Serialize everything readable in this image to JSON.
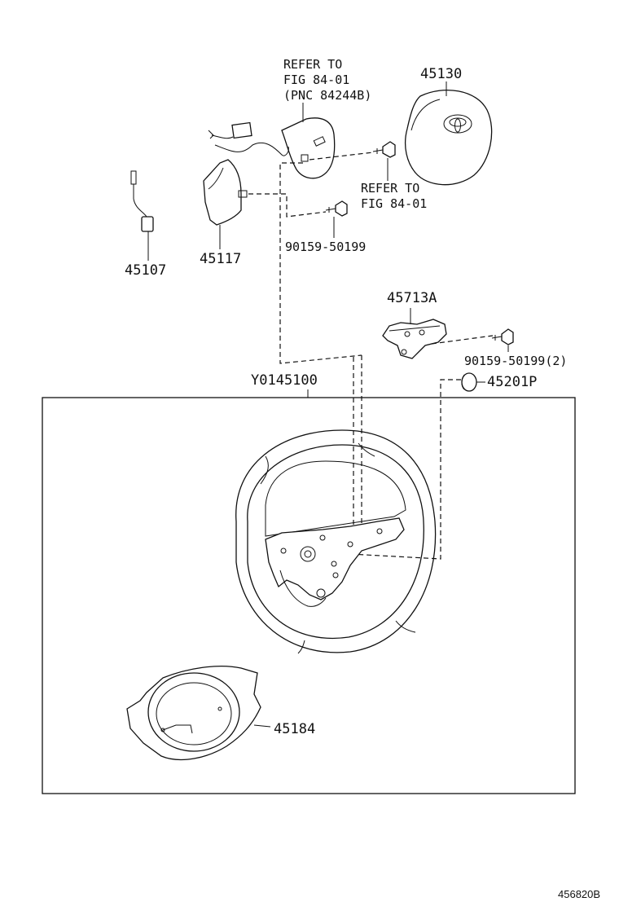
{
  "labels": {
    "horn_pad": "45130",
    "switch_note": [
      "REFER TO",
      "FIG 84-01",
      "(PNC 84244B)"
    ],
    "screw_note": [
      "REFER TO",
      "FIG 84-01"
    ],
    "screw_upper": "90159-50199",
    "spiral_cable": "45107",
    "lower_cover": "45117",
    "bracket": "45713A",
    "screw_right": "90159-50199(2)",
    "plug": "45201P",
    "assembly": "Y0145100",
    "column_cover": "45184",
    "figure_id": "456820B"
  },
  "icons": [
    "toyota-emblem-icon"
  ]
}
